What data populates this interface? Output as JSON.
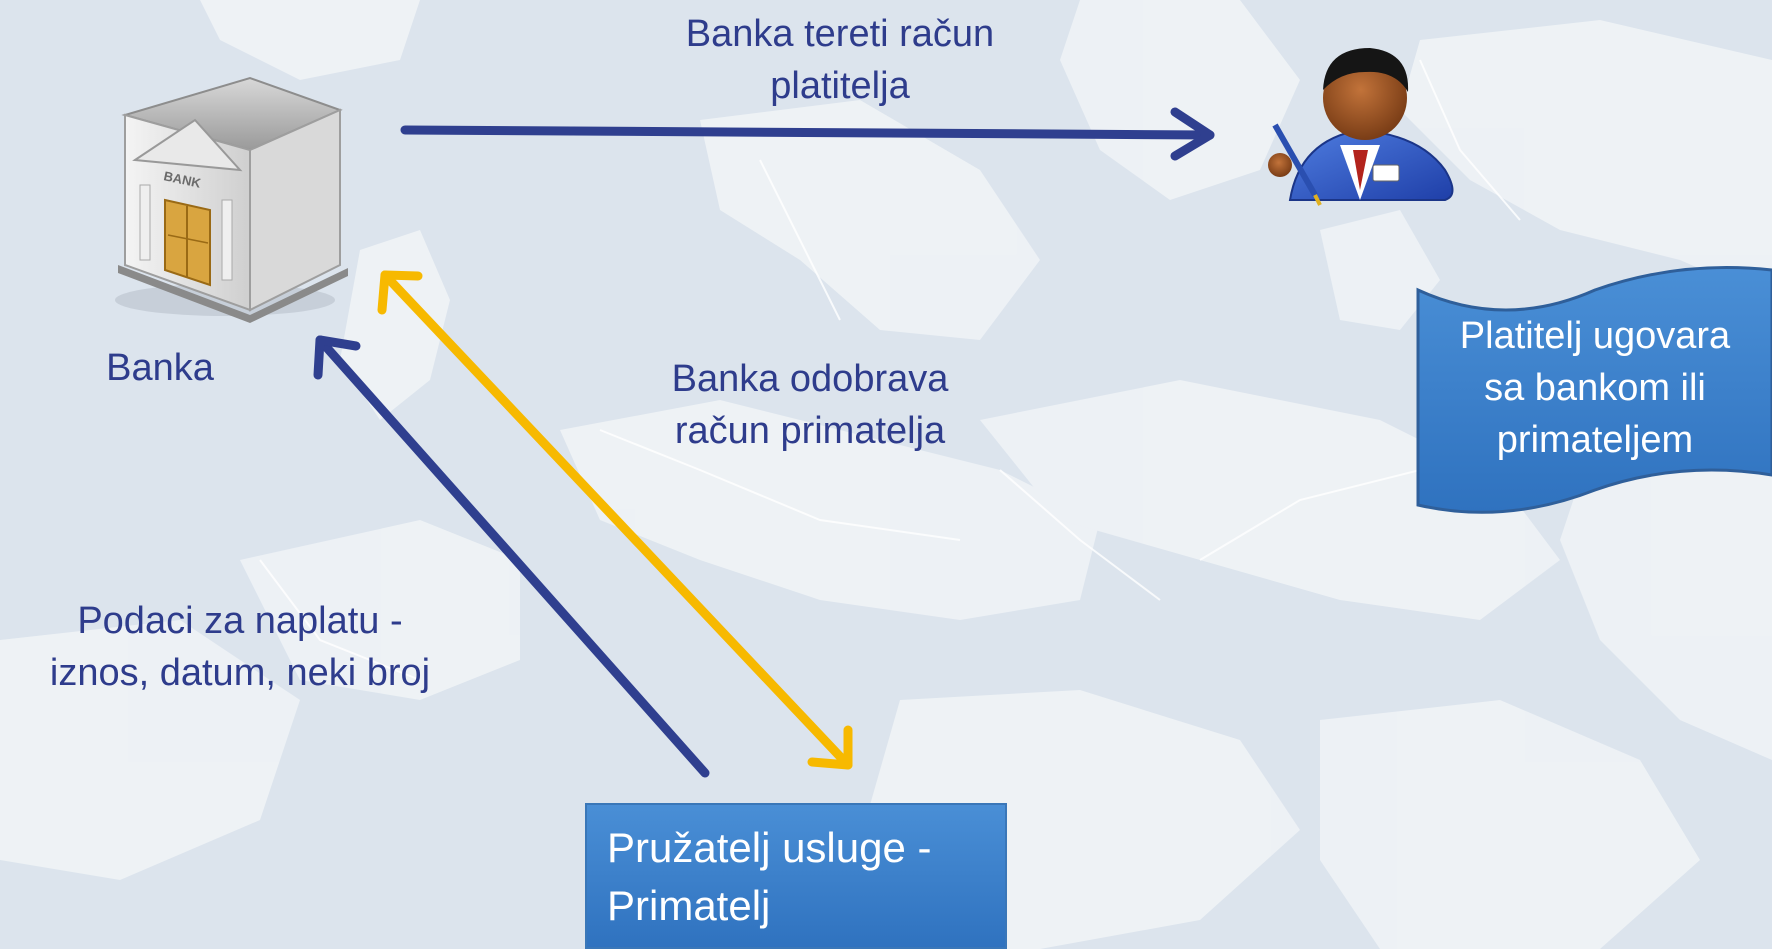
{
  "diagram": {
    "debit_label": [
      "Banka tereti račun",
      "platitelja"
    ],
    "credit_label": [
      "Banka odobrava",
      "račun primatelja"
    ],
    "data_label": [
      "Podaci za naplatu -",
      "iznos, datum, neki broj"
    ],
    "bank_label": "Banka",
    "provider_label": [
      "Pružatelj usluge -",
      "Primatelj"
    ],
    "note_label": [
      "Platitelj ugovara",
      "sa bankom ili",
      "primateljem"
    ],
    "bank_sign": "BANK",
    "icons": {
      "bank": "bank-building-icon",
      "payer": "businessman-icon"
    }
  },
  "colors": {
    "arrow_blue": "#2f3f8f",
    "arrow_yellow": "#f7b900",
    "box_blue": "#3d82cc",
    "text_blue": "#2e3c8c",
    "background": "#dfe6ee"
  }
}
